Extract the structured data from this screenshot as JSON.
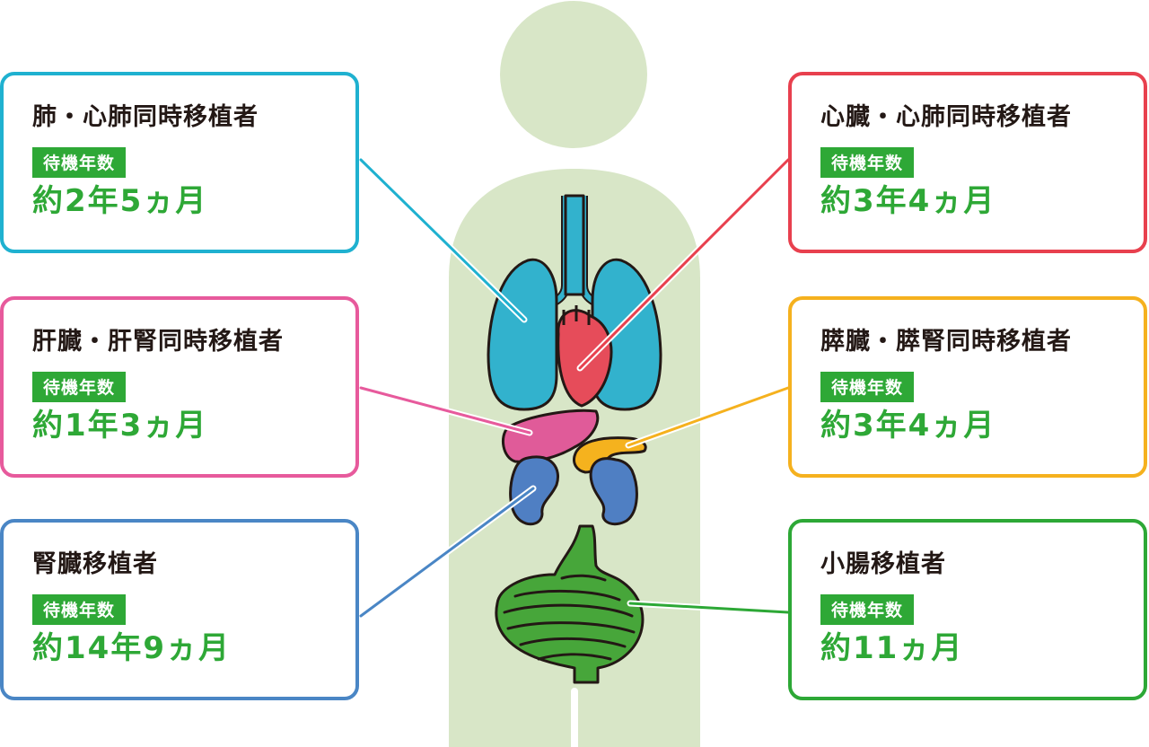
{
  "badge_label": "待機年数",
  "colors": {
    "body": "#d8e6c7",
    "outline": "#231815",
    "badge": "#2ea836",
    "lung": "#32b2cd",
    "heart": "#e64c5a",
    "liver": "#e05b99",
    "pancreas": "#f5b21e",
    "kidney": "#4f7fc3",
    "intestine": "#47a63a"
  },
  "cards": [
    {
      "id": "lung",
      "title": "肺・心肺同時移植者",
      "wait": "約2年5ヵ月",
      "color": "#1fb1d0",
      "organ_icon": "lungs-icon"
    },
    {
      "id": "heart",
      "title": "心臓・心肺同時移植者",
      "wait": "約3年4ヵ月",
      "color": "#e8404e",
      "organ_icon": "heart-icon"
    },
    {
      "id": "liver",
      "title": "肝臓・肝腎同時移植者",
      "wait": "約1年3ヵ月",
      "color": "#e75a9c",
      "organ_icon": "liver-icon"
    },
    {
      "id": "pancreas",
      "title": "膵臓・膵腎同時移植者",
      "wait": "約3年4ヵ月",
      "color": "#f5b11e",
      "organ_icon": "pancreas-icon"
    },
    {
      "id": "kidney",
      "title": "腎臓移植者",
      "wait": "約14年9ヵ月",
      "color": "#4a86c5",
      "organ_icon": "kidney-icon"
    },
    {
      "id": "intestine",
      "title": "小腸移植者",
      "wait": "約11ヵ月",
      "color": "#2da836",
      "organ_icon": "small-intestine-icon"
    }
  ]
}
